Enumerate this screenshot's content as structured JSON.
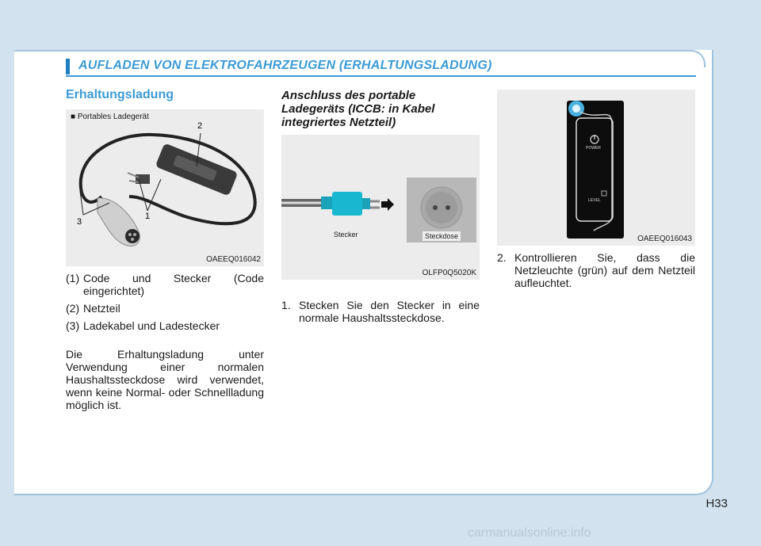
{
  "section_title": "AUFLADEN VON ELEKTROFAHRZEUGEN (ERHALTUNGSLADUNG)",
  "col1": {
    "heading": "Erhaltungsladung",
    "figure": {
      "legend": "■ Portables Ladegerät",
      "callouts": [
        "1",
        "2",
        "3"
      ],
      "code": "OAEEQ016042"
    },
    "items": [
      {
        "num": "(1)",
        "text": "Code und Stecker (Code eingerichtet)"
      },
      {
        "num": "(2)",
        "text": "Netzteil"
      },
      {
        "num": "(3)",
        "text": "Ladekabel und Ladestecker"
      }
    ],
    "paragraph": "Die Erhaltungsladung unter Verwendung einer normalen Haushaltssteckdose wird verwendet, wenn keine Normal- oder Schnellladung möglich ist."
  },
  "col2": {
    "heading": "Anschluss des portable Ladegeräts (ICCB: in Kabel integriertes Netzteil)",
    "figure": {
      "label_plug": "Stecker",
      "label_socket": "Steckdose",
      "code": "OLFP0Q5020K"
    },
    "step": {
      "num": "1.",
      "text": "Stecken Sie den Stecker in eine normale Haushaltssteckdose."
    }
  },
  "col3": {
    "figure": {
      "power_label": "POWER",
      "level_label": "LEVEL",
      "code": "OAEEQ016043"
    },
    "step": {
      "num": "2.",
      "text": "Kontrollieren Sie, dass die Netzleuchte (grün) auf dem Netzteil aufleuchtet."
    }
  },
  "page_number": "H33",
  "watermark": "carmanualsonline.info"
}
